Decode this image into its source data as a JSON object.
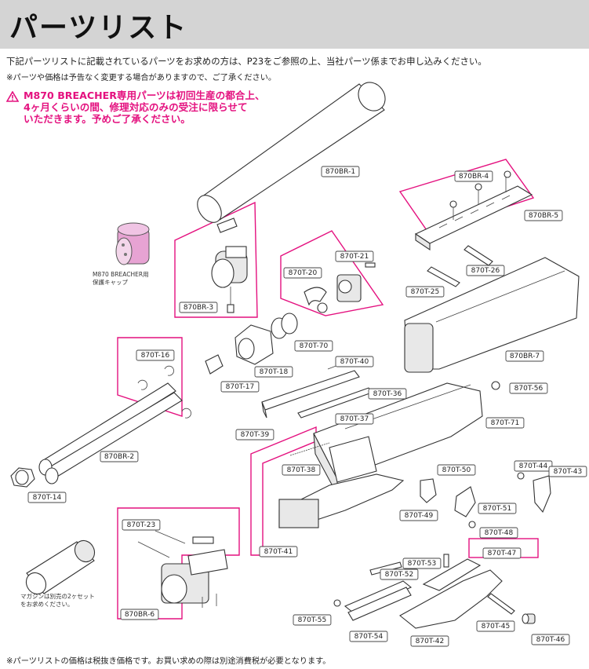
{
  "title": "パーツリスト",
  "intro": "下記パーツリストに記載されているパーツをお求めの方は、P23をご参照の上、当社パーツ係までお申し込みください。",
  "note": "※パーツや価格は予告なく変更する場合がありますので、ご了承ください。",
  "warning_lines": [
    "M870 BREACHER専用パーツは初回生産の都合上、",
    "4ヶ月くらいの間、修理対応のみの受注に限らせて",
    "いただきます。予めご了承ください。"
  ],
  "footer": "※パーツリストの価格は税抜き価格です。お買い求めの際は別途消費税が必要となります。",
  "captions": {
    "cap_line1": "M870 BREACHER用",
    "cap_line2": "保護キャップ",
    "mag_line1": "マガジンは別売の2ヶセット",
    "mag_line2": "をお求めください。"
  },
  "colors": {
    "accent": "#e4117f",
    "header_bg": "#d4d4d4"
  },
  "parts": [
    "870BR-1",
    "870BR-4",
    "870BR-5",
    "870BR-3",
    "870T-21",
    "870T-20",
    "870T-26",
    "870T-25",
    "870T-70",
    "870BR-7",
    "870T-16",
    "870T-18",
    "870T-40",
    "870T-17",
    "870T-56",
    "870T-36",
    "870T-37",
    "870T-71",
    "870T-39",
    "870BR-2",
    "870T-38",
    "870T-50",
    "870T-44",
    "870T-43",
    "870T-14",
    "870T-49",
    "870T-51",
    "870T-23",
    "870T-48",
    "870T-41",
    "870T-47",
    "870T-53",
    "870T-52",
    "870BR-6",
    "870T-55",
    "870T-45",
    "870T-54",
    "870T-42",
    "870T-46"
  ]
}
